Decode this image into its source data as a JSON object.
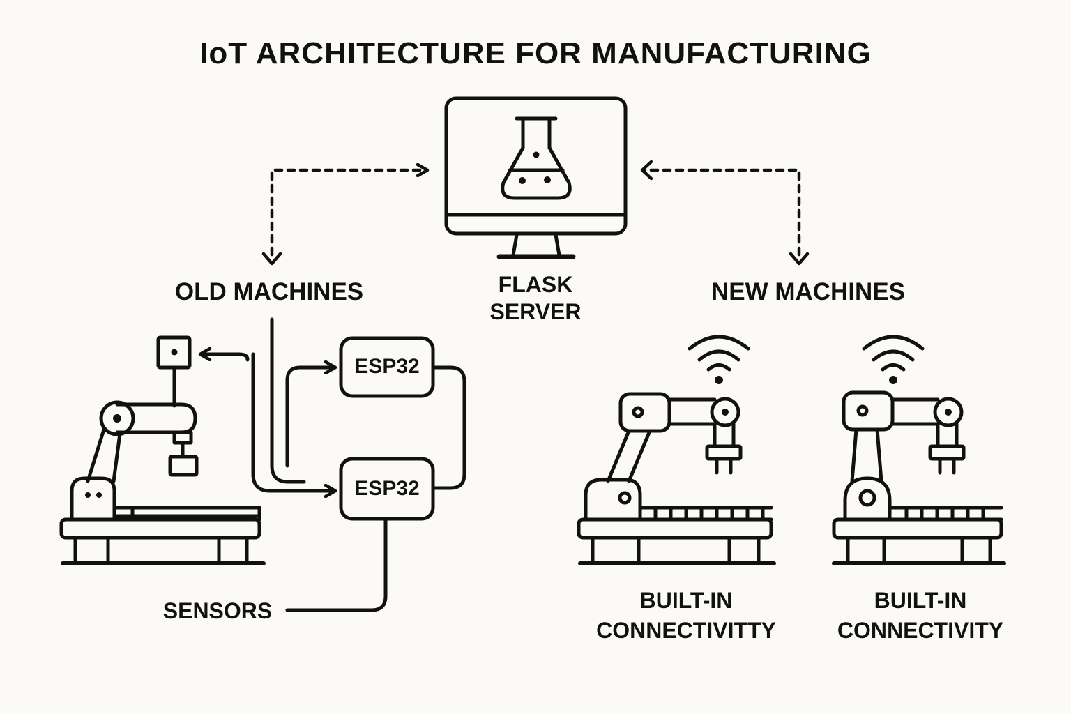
{
  "title": "IoT ARCHITECTURE FOR MANUFACTURING",
  "server": {
    "line1": "FLASK",
    "line2": "SERVER",
    "icon": "flask-icon"
  },
  "old_machines": {
    "label": "OLD MACHINES"
  },
  "new_machines": {
    "label": "NEW MACHINES"
  },
  "esp32": {
    "top": "ESP32",
    "bottom": "ESP32"
  },
  "sensors": {
    "label": "SENSORS"
  },
  "robot_1": {
    "line1": "BUILT-IN",
    "line2": "CONNECTIVITTY"
  },
  "robot_2": {
    "line1": "BUILT-IN",
    "line2": "CONNECTIVITY"
  },
  "colors": {
    "ink": "#111111",
    "background": "#fbfaf6"
  }
}
